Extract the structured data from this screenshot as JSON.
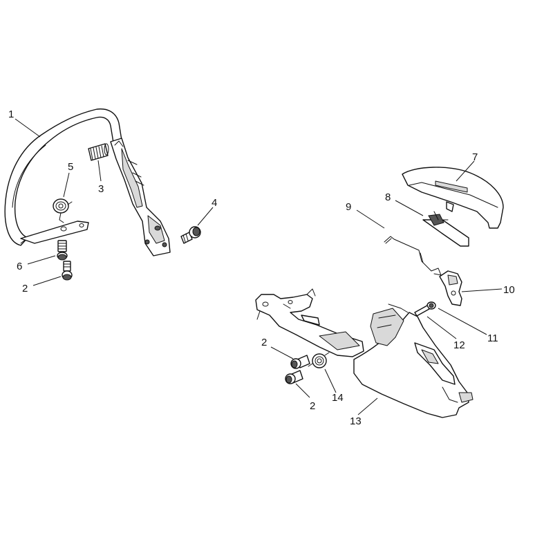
{
  "diagram": {
    "labels": {
      "p1": "1",
      "p2a": "2",
      "p2b": "2",
      "p2c": "2",
      "p3": "3",
      "p4": "4",
      "p5": "5",
      "p6": "6",
      "p7": "7",
      "p8": "8",
      "p9": "9",
      "p10": "10",
      "p11": "11",
      "p12": "12",
      "p13": "13",
      "p14": "14"
    }
  }
}
